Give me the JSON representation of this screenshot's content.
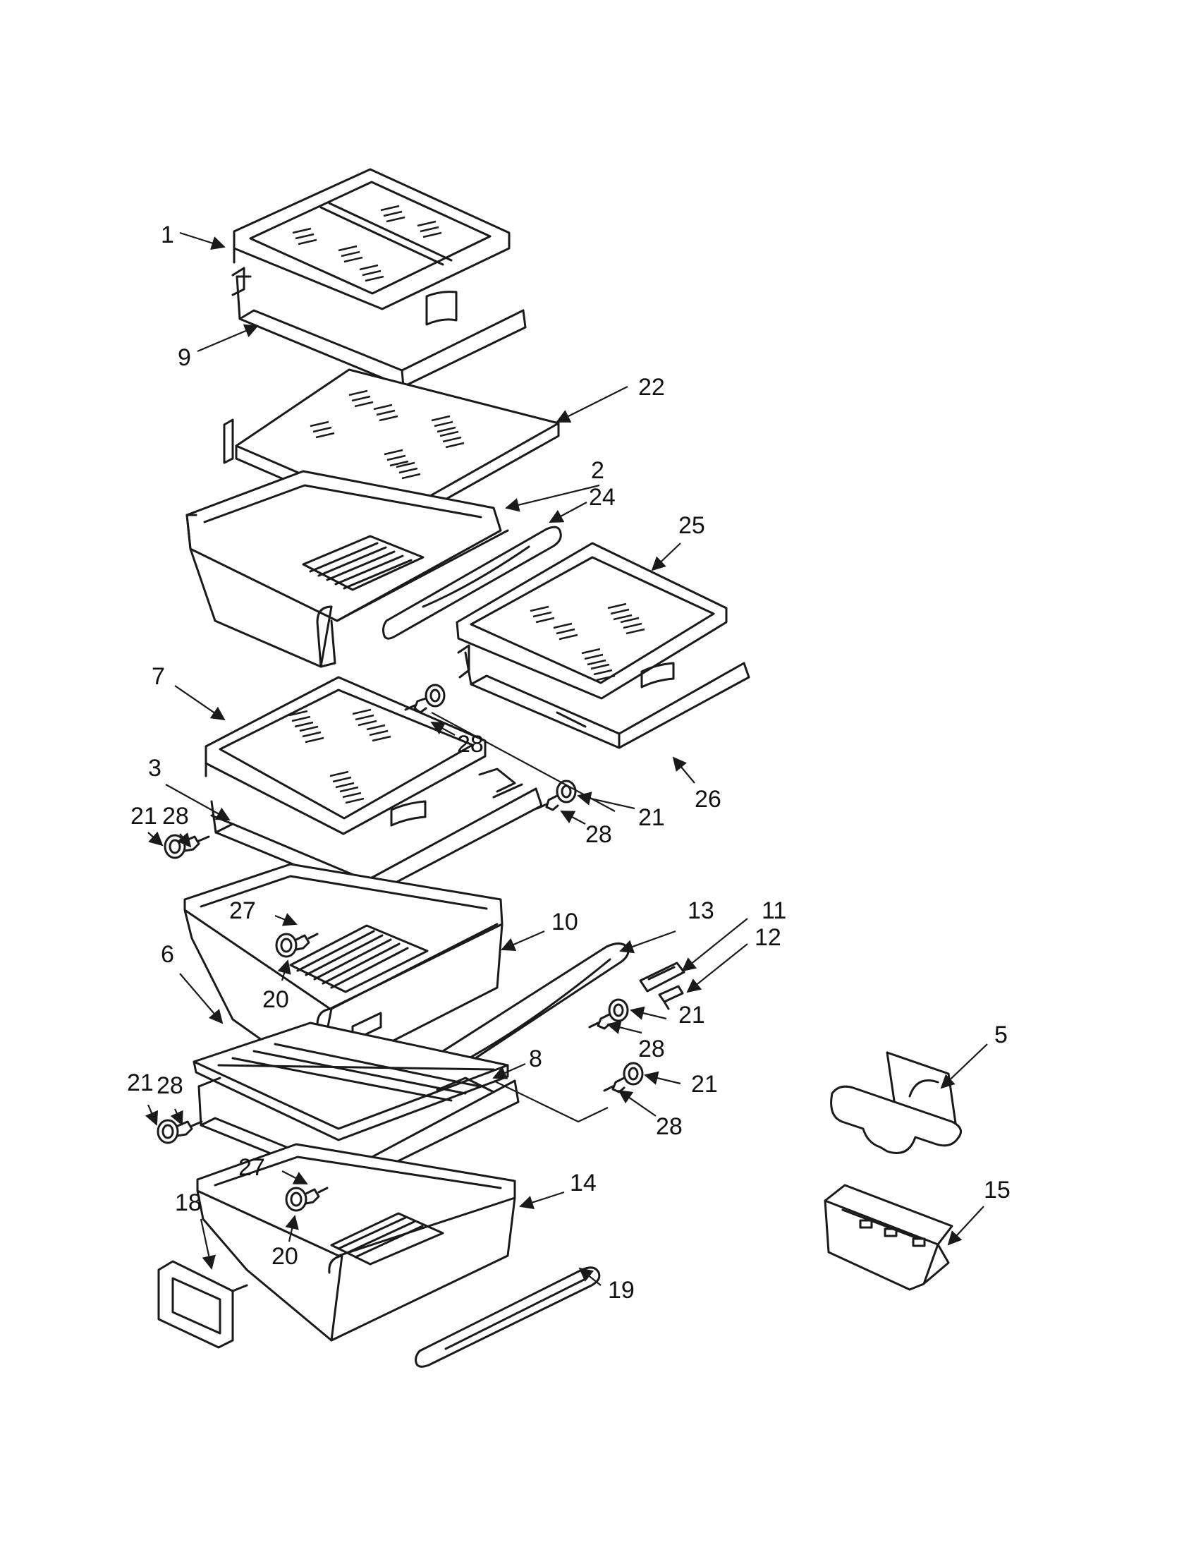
{
  "diagram": {
    "callouts": [
      {
        "id": "c1",
        "label": "1"
      },
      {
        "id": "c9",
        "label": "9"
      },
      {
        "id": "c22",
        "label": "22"
      },
      {
        "id": "c2",
        "label": "2"
      },
      {
        "id": "c24",
        "label": "24"
      },
      {
        "id": "c25",
        "label": "25"
      },
      {
        "id": "c7",
        "label": "7"
      },
      {
        "id": "c28a",
        "label": "28"
      },
      {
        "id": "c3",
        "label": "3"
      },
      {
        "id": "c21a",
        "label": "21"
      },
      {
        "id": "c28b",
        "label": "28"
      },
      {
        "id": "c21b",
        "label": "21"
      },
      {
        "id": "c28c",
        "label": "28"
      },
      {
        "id": "c26",
        "label": "26"
      },
      {
        "id": "c27a",
        "label": "27"
      },
      {
        "id": "c20a",
        "label": "20"
      },
      {
        "id": "c10",
        "label": "10"
      },
      {
        "id": "c13",
        "label": "13"
      },
      {
        "id": "c11",
        "label": "11"
      },
      {
        "id": "c12",
        "label": "12"
      },
      {
        "id": "c6",
        "label": "6"
      },
      {
        "id": "c21c",
        "label": "21"
      },
      {
        "id": "c28d",
        "label": "28"
      },
      {
        "id": "c8",
        "label": "8"
      },
      {
        "id": "c21d",
        "label": "21"
      },
      {
        "id": "c28e",
        "label": "28"
      },
      {
        "id": "c21e",
        "label": "21"
      },
      {
        "id": "c28f",
        "label": "28"
      },
      {
        "id": "c5",
        "label": "5"
      },
      {
        "id": "c27b",
        "label": "27"
      },
      {
        "id": "c20b",
        "label": "20"
      },
      {
        "id": "c14",
        "label": "14"
      },
      {
        "id": "c18",
        "label": "18"
      },
      {
        "id": "c19",
        "label": "19"
      },
      {
        "id": "c15",
        "label": "15"
      }
    ],
    "icon_names": [
      "glass-shelf-icon",
      "crisper-drawer-icon",
      "roller-wheel-icon",
      "screw-icon",
      "door-bin-icon",
      "egg-tray-icon",
      "drawer-cover-icon"
    ]
  }
}
